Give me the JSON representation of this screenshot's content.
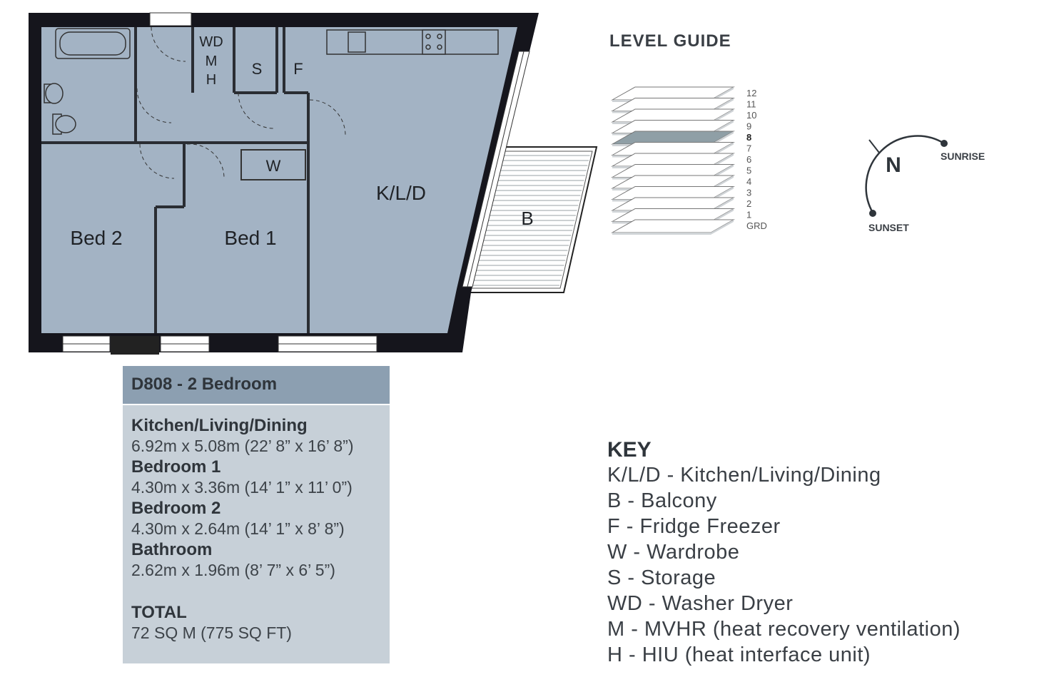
{
  "plan": {
    "rooms": {
      "wd": "WD",
      "m": "M",
      "h": "H",
      "s": "S",
      "f": "F",
      "w": "W",
      "kld": "K/L/D",
      "bed2": "Bed 2",
      "bed1": "Bed 1",
      "b": "B"
    }
  },
  "level_guide": {
    "title": "LEVEL GUIDE",
    "levels": [
      "12",
      "11",
      "10",
      "9",
      "8",
      "7",
      "6",
      "5",
      "4",
      "3",
      "2",
      "1",
      "GRD"
    ],
    "highlighted": "8"
  },
  "compass": {
    "north": "N",
    "sunrise": "SUNRISE",
    "sunset": "SUNSET"
  },
  "schedule": {
    "title": "D808 - 2 Bedroom",
    "rooms": [
      {
        "name": "Kitchen/Living/Dining",
        "dims": "6.92m x 5.08m (22’ 8” x 16’ 8”)"
      },
      {
        "name": "Bedroom 1",
        "dims": "4.30m x 3.36m (14’ 1” x 11’ 0”)"
      },
      {
        "name": "Bedroom 2",
        "dims": "4.30m x 2.64m (14’ 1” x 8’ 8”)"
      },
      {
        "name": "Bathroom",
        "dims": "2.62m x 1.96m (8’ 7” x 6’ 5”)"
      }
    ],
    "total_label": "TOTAL",
    "total_value": "72 SQ M (775 SQ FT)"
  },
  "key": {
    "title": "KEY",
    "items": [
      "K/L/D - Kitchen/Living/Dining",
      "B - Balcony",
      "F - Fridge Freezer",
      "W - Wardrobe",
      "S - Storage",
      "WD - Washer Dryer",
      "M - MVHR (heat recovery ventilation)",
      "H - HIU (heat interface unit)"
    ]
  },
  "colors": {
    "room_fill": "#a3b3c4",
    "wall": "#111118",
    "highlight_level": "#8f9fa6",
    "schedule_bg": "#c7d0d8",
    "schedule_header": "#8c9fb1"
  }
}
